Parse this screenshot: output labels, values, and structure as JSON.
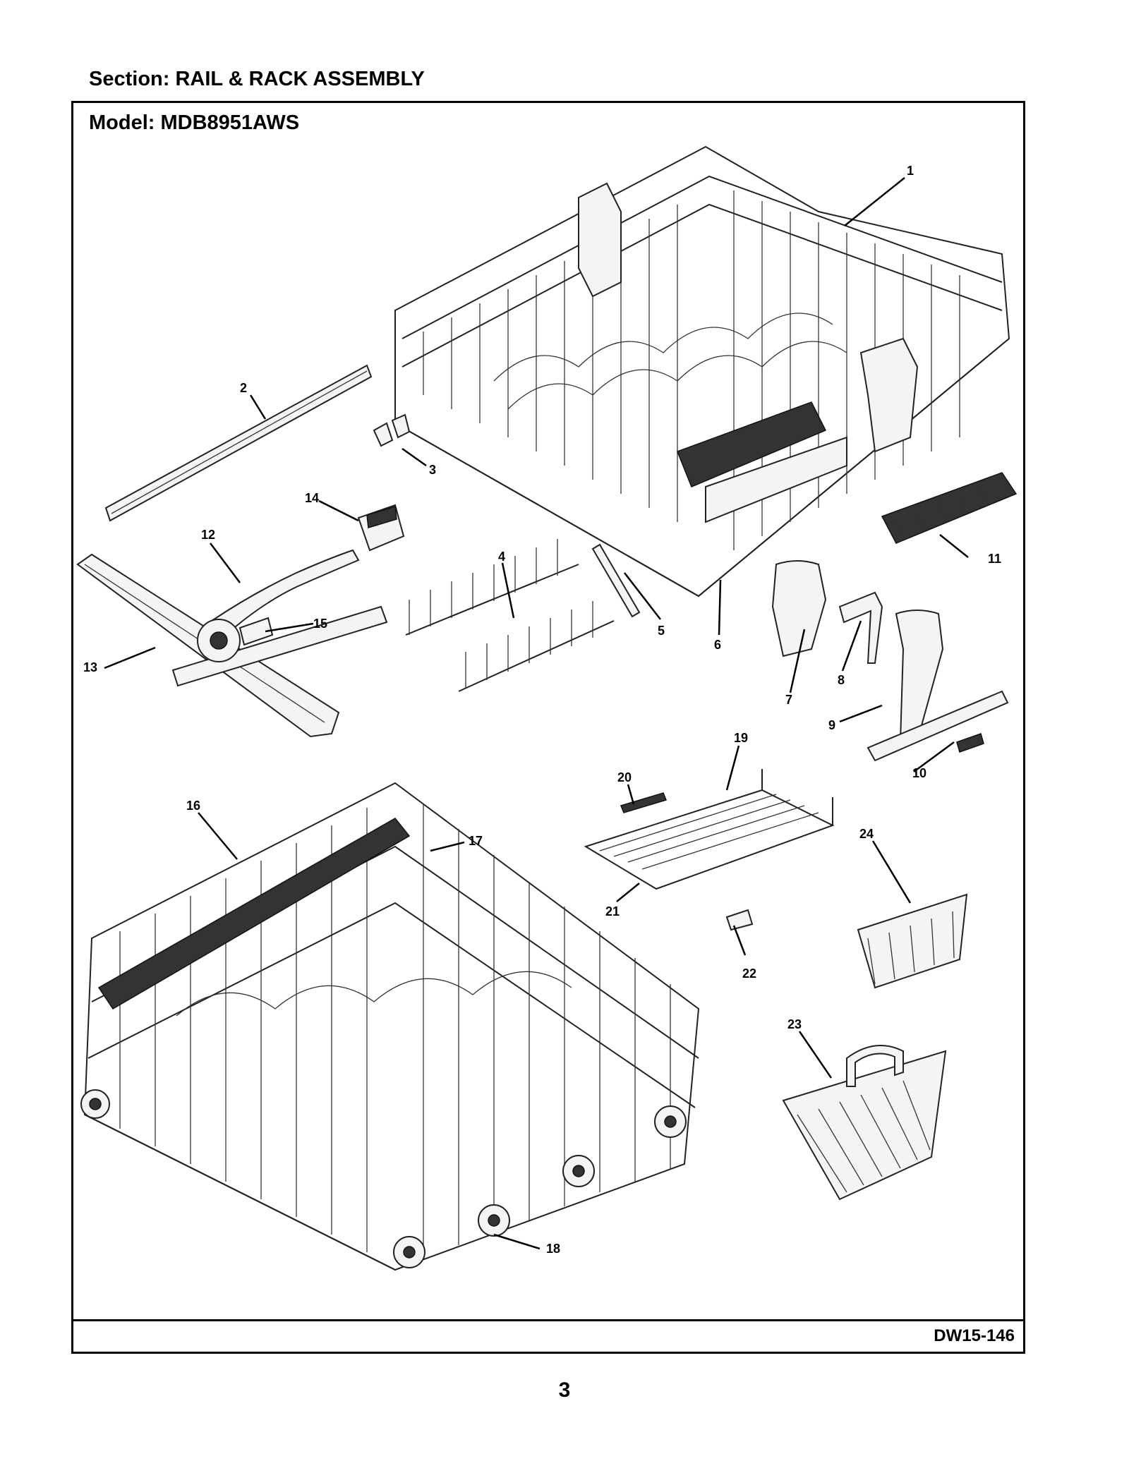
{
  "header": {
    "section_title": "Section:  RAIL & RACK ASSEMBLY",
    "model_title": "Model:  MDB8951AWS"
  },
  "footer": {
    "diagram_code": "DW15-146",
    "page_number": "3"
  },
  "callouts": [
    "1",
    "2",
    "3",
    "4",
    "5",
    "6",
    "7",
    "8",
    "9",
    "10",
    "11",
    "12",
    "13",
    "14",
    "15",
    "16",
    "17",
    "18",
    "19",
    "20",
    "21",
    "22",
    "23",
    "24"
  ]
}
